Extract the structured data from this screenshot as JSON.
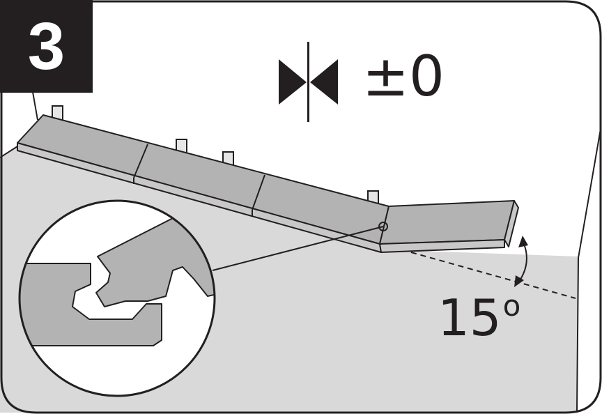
{
  "step_number": "3",
  "tolerance_label": "±0",
  "angle": {
    "value": "15",
    "unit": "o"
  },
  "colors": {
    "ink": "#231f20",
    "floor": "#d9d9d9",
    "plank": "#b3b3b3"
  }
}
